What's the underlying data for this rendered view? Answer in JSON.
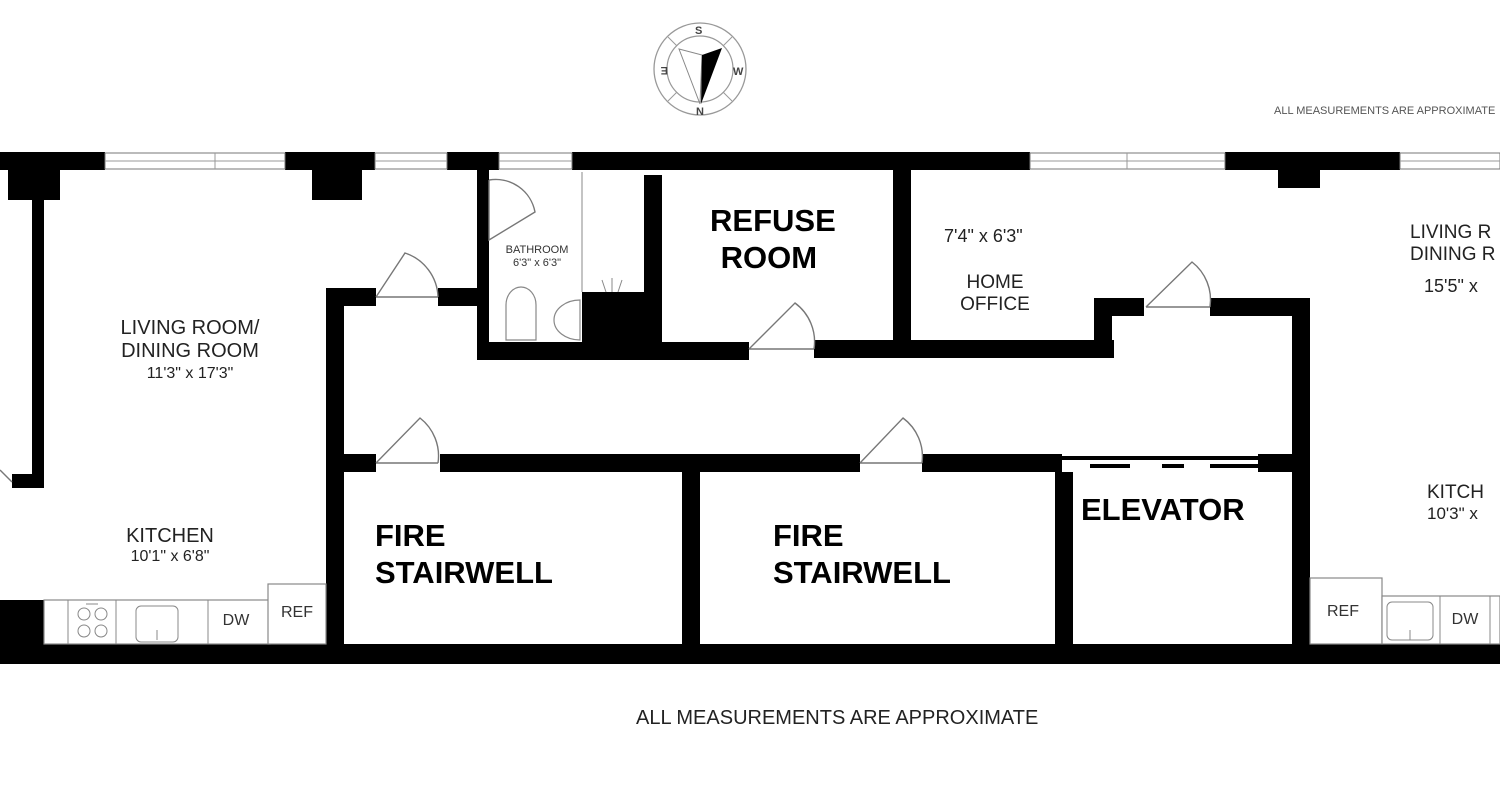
{
  "compass": {
    "labels": {
      "top": "S",
      "left": "E",
      "right": "W",
      "bottom": "N"
    }
  },
  "notes": {
    "top_right": "ALL MEASUREMENTS ARE APPROXIMATE",
    "bottom": "ALL MEASUREMENTS ARE APPROXIMATE"
  },
  "rooms": {
    "left_living": {
      "line1": "LIVING ROOM/",
      "line2": "DINING ROOM",
      "dims": "11'3\" x 17'3\""
    },
    "left_kitchen": {
      "name": "KITCHEN",
      "dims": "10'1\" x 6'8\""
    },
    "bathroom": {
      "name": "BATHROOM",
      "dims": "6'3\" x 6'3\""
    },
    "refuse": {
      "line1": "REFUSE",
      "line2": "ROOM"
    },
    "home_office": {
      "dims": "7'4\" x 6'3\"",
      "line1": "HOME",
      "line2": "OFFICE"
    },
    "right_living": {
      "line1": "LIVING R",
      "line2": "DINING R",
      "dims": "15'5\" x"
    },
    "right_kitchen": {
      "name": "KITCH",
      "dims": "10'3\" x"
    },
    "fire_stair_1": {
      "line1": "FIRE",
      "line2": "STAIRWELL"
    },
    "fire_stair_2": {
      "line1": "FIRE",
      "line2": "STAIRWELL"
    },
    "elevator": {
      "name": "ELEVATOR"
    }
  },
  "appliances": {
    "left": {
      "dw": "DW",
      "ref": "REF"
    },
    "right": {
      "dw": "DW",
      "ref": "REF"
    }
  }
}
